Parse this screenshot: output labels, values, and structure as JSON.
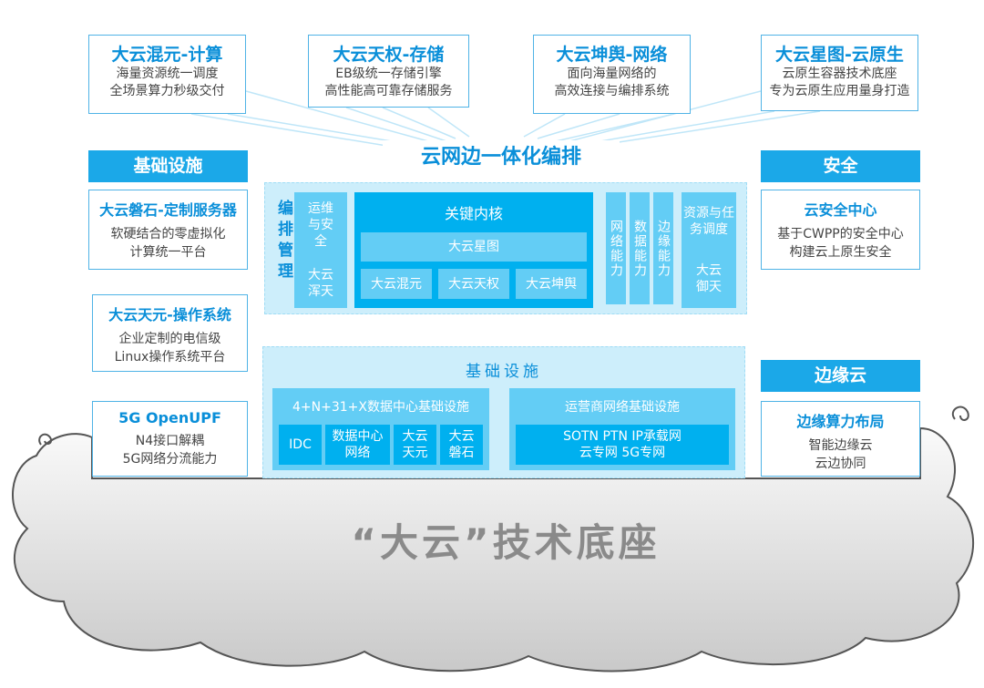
{
  "top_boxes": [
    {
      "title": "大云混元-计算",
      "lines": [
        "海量资源统一调度",
        "全场景算力秒级交付"
      ]
    },
    {
      "title": "大云天权-存储",
      "lines": [
        "EB级统一存储引擎",
        "高性能高可靠存储服务"
      ]
    },
    {
      "title": "大云坤舆-网络",
      "lines": [
        "面向海量网络的",
        "高效连接与编排系统"
      ]
    },
    {
      "title": "大云星图-云原生",
      "lines": [
        "云原生容器技术底座",
        "专为云原生应用量身打造"
      ]
    }
  ],
  "center_title": "云网边一体化编排",
  "left": {
    "header": "基础设施",
    "boxes": [
      {
        "title": "大云磐石-定制服务器",
        "lines": [
          "软硬结合的零虚拟化",
          "计算统一平台"
        ]
      },
      {
        "title": "大云天元-操作系统",
        "lines": [
          "企业定制的电信级",
          "Linux操作系统平台"
        ]
      },
      {
        "title": "5G OpenUPF",
        "lines": [
          "N4接口解耦",
          "5G网络分流能力"
        ]
      }
    ]
  },
  "right": {
    "security_header": "安全",
    "security_box": {
      "title": "云安全中心",
      "lines": [
        "基于CWPP的安全中心",
        "构建云上原生安全"
      ]
    },
    "edge_header": "边缘云",
    "edge_box": {
      "title": "边缘算力布局",
      "lines": [
        "智能边缘云",
        "云边协同"
      ]
    }
  },
  "orchestration": {
    "side_label": "编排管理",
    "ops": {
      "title": "运维与安全",
      "name": "大云浑天"
    },
    "core": {
      "title": "关键内核",
      "top": "大云星图",
      "items": [
        "大云混元",
        "大云天权",
        "大云坤舆"
      ]
    },
    "capabilities": [
      "网络能力",
      "数据能力",
      "边缘能力"
    ],
    "scheduling": {
      "title": "资源与任务调度",
      "name": "大云御天"
    }
  },
  "infrastructure": {
    "title": "基础设施",
    "dc": {
      "title": "4+N+31+X数据中心基础设施",
      "items": [
        "IDC",
        "数据中心网络",
        "大云天元",
        "大云磐石"
      ]
    },
    "carrier": {
      "title": "运营商网络基础设施",
      "lines": [
        "SOTN PTN IP承载网",
        "云专网 5G专网"
      ]
    }
  },
  "footer_title": "“大云”技术底座"
}
